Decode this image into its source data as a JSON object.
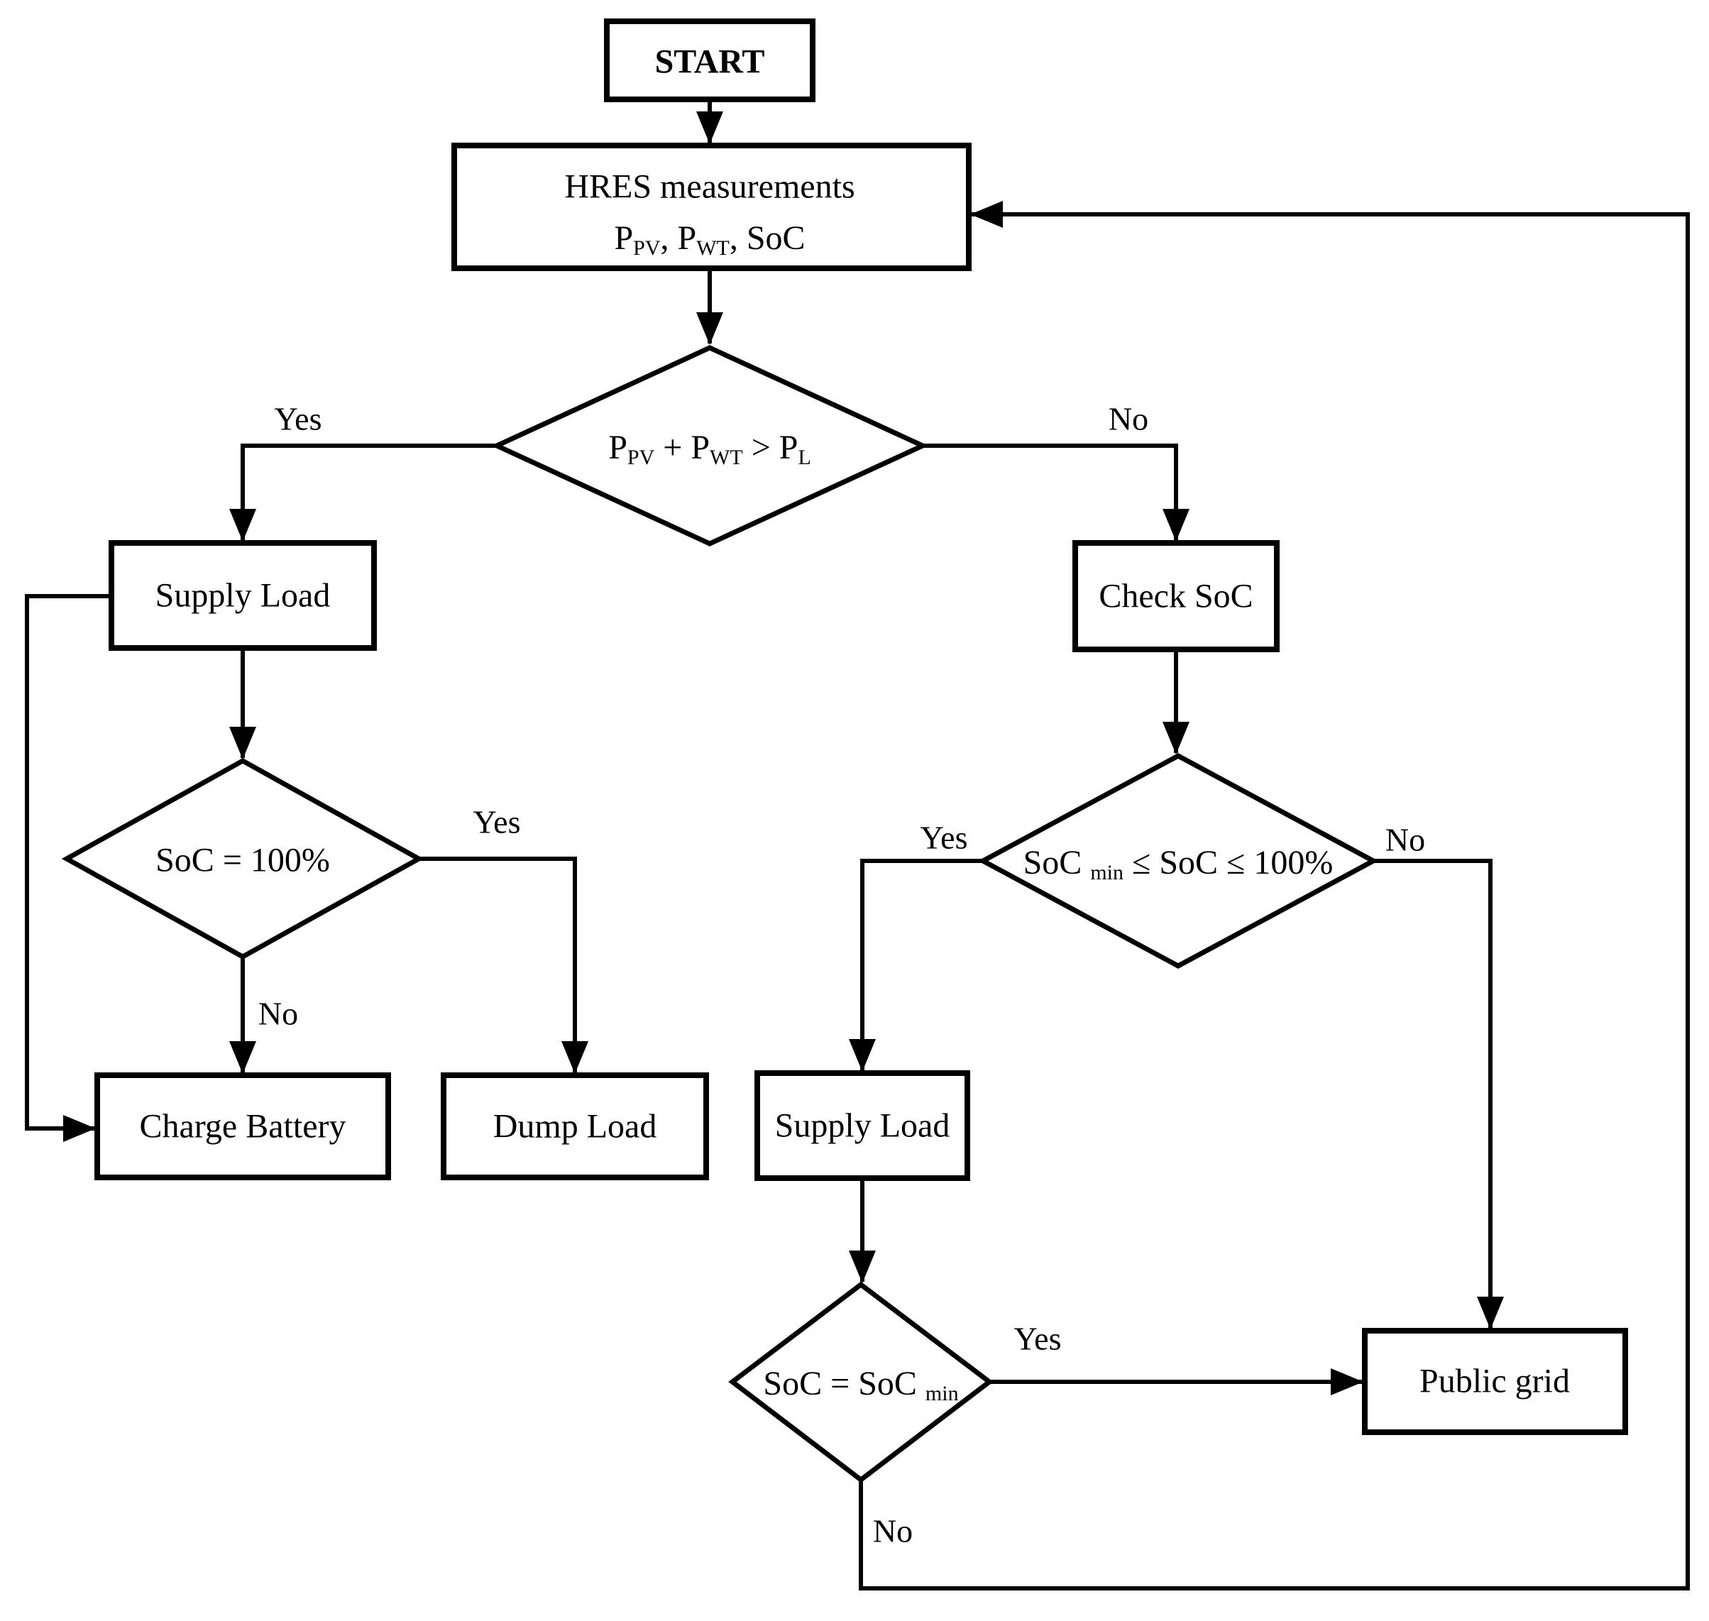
{
  "flowchart": {
    "background": "#ffffff",
    "line_color": "#000000",
    "nodes": {
      "start": {
        "label": "START"
      },
      "hres": {
        "line1": "HRES measurements",
        "line2": [
          {
            "t": "P"
          },
          {
            "t": "PV",
            "sub": true
          },
          {
            "t": ", P"
          },
          {
            "t": "WT",
            "sub": true
          },
          {
            "t": ", SoC"
          }
        ]
      },
      "decision_power": {
        "label": [
          {
            "t": "P"
          },
          {
            "t": "PV",
            "sub": true
          },
          {
            "t": " + P"
          },
          {
            "t": "WT",
            "sub": true
          },
          {
            "t": " > P"
          },
          {
            "t": "L",
            "sub": true
          }
        ]
      },
      "supply_load_left": {
        "label": "Supply Load"
      },
      "decision_soc_full": {
        "label": "SoC = 100%"
      },
      "charge_battery": {
        "label": "Charge Battery"
      },
      "dump_load": {
        "label": "Dump Load"
      },
      "check_soc": {
        "label": "Check SoC"
      },
      "decision_soc_range": {
        "label": [
          {
            "t": "SoC "
          },
          {
            "t": "min",
            "sub": true
          },
          {
            "t": " ≤ SoC ≤ 100%"
          }
        ]
      },
      "supply_load_right": {
        "label": "Supply Load"
      },
      "decision_soc_min": {
        "label": [
          {
            "t": "SoC = SoC "
          },
          {
            "t": "min",
            "sub": true
          }
        ]
      },
      "public_grid": {
        "label": "Public grid"
      }
    },
    "edge_labels": {
      "power_yes": "Yes",
      "power_no": "No",
      "soc_full_yes": "Yes",
      "soc_full_no": "No",
      "soc_range_yes": "Yes",
      "soc_range_no": "No",
      "soc_min_yes": "Yes",
      "soc_min_no": "No"
    }
  }
}
